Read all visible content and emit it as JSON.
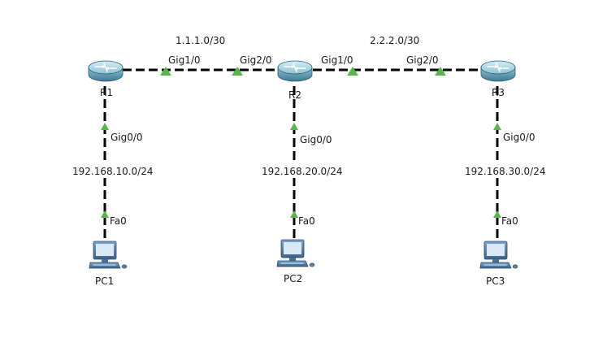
{
  "routers": [
    {
      "label": "R1"
    },
    {
      "label": "R2"
    },
    {
      "label": "R3"
    }
  ],
  "pcs": [
    {
      "label": "PC1"
    },
    {
      "label": "PC2"
    },
    {
      "label": "PC3"
    }
  ],
  "wan_links": [
    {
      "network": "1.1.1.0/30",
      "port_a": "Gig1/0",
      "port_b": "Gig2/0"
    },
    {
      "network": "2.2.2.0/30",
      "port_a": "Gig1/0",
      "port_b": "Gig2/0"
    }
  ],
  "lan_links": [
    {
      "network": "192.168.10.0/24",
      "router_port": "Gig0/0",
      "pc_port": "Fa0"
    },
    {
      "network": "192.168.20.0/24",
      "router_port": "Gig0/0",
      "pc_port": "Fa0"
    },
    {
      "network": "192.168.30.0/24",
      "router_port": "Gig0/0",
      "pc_port": "Fa0"
    }
  ],
  "colors": {
    "router_body": "#5f98b0",
    "router_top": "#a9d4e3",
    "link_up_indicator": "#55b848",
    "pc_body": "#5b7fa5",
    "pc_screen": "#d9e8f5"
  }
}
